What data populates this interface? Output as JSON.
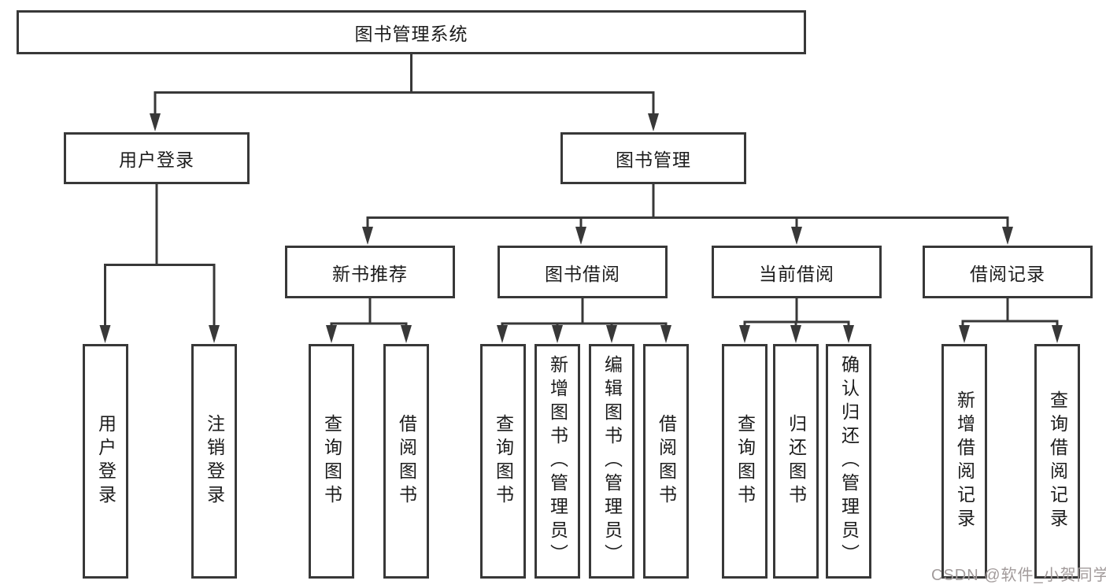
{
  "diagram": {
    "type": "hierarchy-tree",
    "root": "图书管理系统",
    "level2": {
      "user_login": "用户登录",
      "book_mgmt": "图书管理"
    },
    "level3": {
      "new_book_rec": "新书推荐",
      "book_borrow": "图书借阅",
      "current_borrow": "当前借阅",
      "borrow_record": "借阅记录"
    },
    "leaves": {
      "ul_login": "用户登录",
      "ul_logout": "注销登录",
      "nbr_search": "查询图书",
      "nbr_borrow": "借阅图书",
      "bb_search": "查询图书",
      "bb_add": "新增图书（管理员）",
      "bb_edit": "编辑图书（管理员）",
      "bb_borrow": "借阅图书",
      "cb_search": "查询图书",
      "cb_return": "归还图书",
      "cb_confirm": "确认归还（管理员）",
      "br_add": "新增借阅记录",
      "br_search": "查询借阅记录"
    },
    "colors": {
      "line": "#383838",
      "box_border": "#383838",
      "text": "#1c1c1c",
      "background": "#ffffff",
      "watermark": "#a29b9b"
    }
  },
  "watermark": "CSDN @软件_小贺同学"
}
